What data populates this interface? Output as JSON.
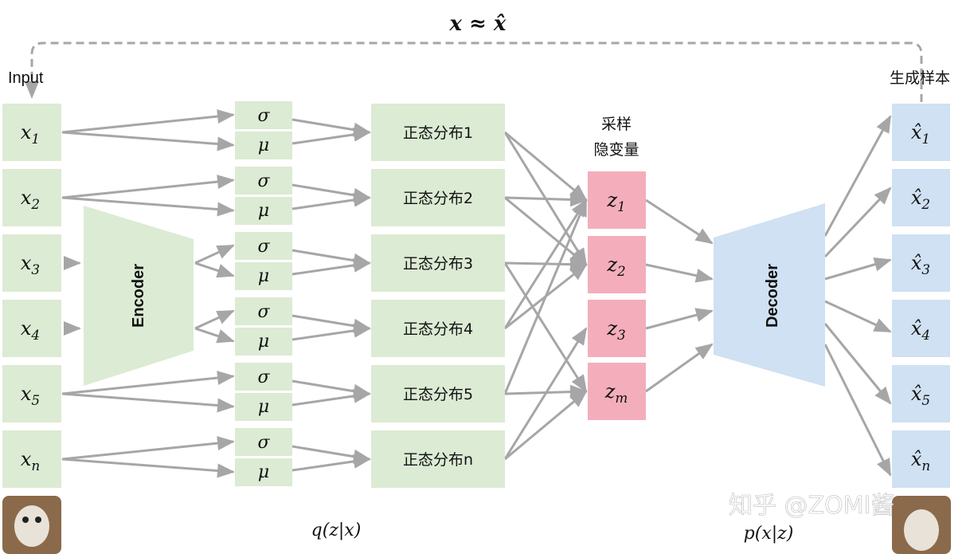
{
  "title_formula": "x ≈ x̂",
  "input_label": "Input",
  "output_label": "生成样本",
  "sample_label_line1": "采样",
  "sample_label_line2": "隐变量",
  "encoder_label": "Encoder",
  "decoder_label": "Decoder",
  "q_label": "q(z|x)",
  "p_label": "p(x|z)",
  "watermark": "知乎 @ZOMI酱",
  "inputs": [
    {
      "base": "x",
      "sub": "1"
    },
    {
      "base": "x",
      "sub": "2"
    },
    {
      "base": "x",
      "sub": "3"
    },
    {
      "base": "x",
      "sub": "4"
    },
    {
      "base": "x",
      "sub": "5"
    },
    {
      "base": "x",
      "sub": "n"
    }
  ],
  "sigma_label": "σ",
  "mu_label": "μ",
  "distributions": [
    "正态分布1",
    "正态分布2",
    "正态分布3",
    "正态分布4",
    "正态分布5",
    "正态分布n"
  ],
  "latents": [
    {
      "base": "z",
      "sub": "1"
    },
    {
      "base": "z",
      "sub": "2"
    },
    {
      "base": "z",
      "sub": "3"
    },
    {
      "base": "z",
      "sub": "m"
    }
  ],
  "outputs": [
    {
      "base": "x̂",
      "sub": "1"
    },
    {
      "base": "x̂",
      "sub": "2"
    },
    {
      "base": "x̂",
      "sub": "3"
    },
    {
      "base": "x̂",
      "sub": "4"
    },
    {
      "base": "x̂",
      "sub": "5"
    },
    {
      "base": "x̂",
      "sub": "n"
    }
  ],
  "dist_to_latent": [
    [
      0,
      1
    ],
    [
      0,
      1
    ],
    [
      1,
      3
    ],
    [
      0,
      1
    ],
    [
      0,
      3
    ],
    [
      2,
      3
    ]
  ],
  "colors": {
    "green": "#dcebd4",
    "pink": "#f4aebb",
    "blue": "#cfe1f2",
    "arrow": "#a6a6a6"
  }
}
